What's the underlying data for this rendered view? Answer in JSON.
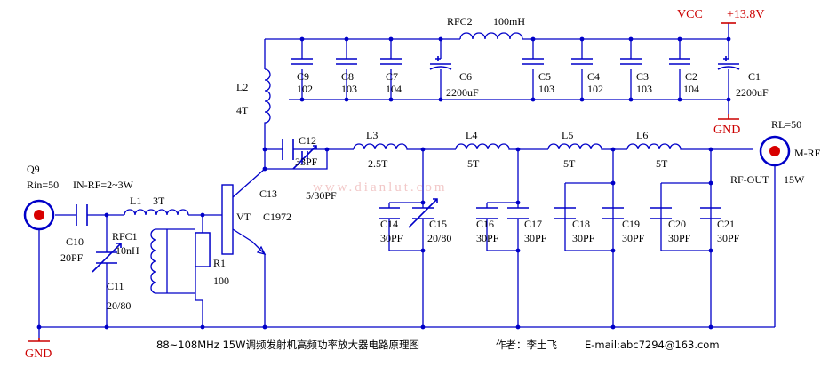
{
  "labels": {
    "vcc": "VCC",
    "supply": "+13.8V",
    "gnd_top": "GND",
    "gnd_left": "GND",
    "rl": "RL=50",
    "m_rf": "M-RF",
    "rf_out": "RF-OUT",
    "rf_out_power": "15W",
    "q9": "Q9",
    "rin": "Rin=50",
    "in_rf": "IN-RF=2~3W",
    "watermark": "www.dianlut.com"
  },
  "components": {
    "rfc2_name": "RFC2",
    "rfc2_val": "100mH",
    "c9_name": "C9",
    "c9_val": "102",
    "c8_name": "C8",
    "c8_val": "103",
    "c7_name": "C7",
    "c7_val": "104",
    "c6_name": "C6",
    "c6_val": "2200uF",
    "c5_name": "C5",
    "c5_val": "103",
    "c4_name": "C4",
    "c4_val": "102",
    "c3_name": "C3",
    "c3_val": "103",
    "c2_name": "C2",
    "c2_val": "104",
    "c1_name": "C1",
    "c1_val": "2200uF",
    "l2_name": "L2",
    "l2_val": "4T",
    "c12_name": "C12",
    "c12_val": "33PF",
    "c13_name": "C13",
    "c13_val": "5/30PF",
    "l3_name": "L3",
    "l3_val": "2.5T",
    "l4_name": "L4",
    "l4_val": "5T",
    "l5_name": "L5",
    "l5_val": "5T",
    "l6_name": "L6",
    "l6_val": "5T",
    "c14_name": "C14",
    "c14_val": "30PF",
    "c15_name": "C15",
    "c15_val": "20/80",
    "c16_name": "C16",
    "c16_val": "30PF",
    "c17_name": "C17",
    "c17_val": "30PF",
    "c18_name": "C18",
    "c18_val": "30PF",
    "c19_name": "C19",
    "c19_val": "30PF",
    "c20_name": "C20",
    "c20_val": "30PF",
    "c21_name": "C21",
    "c21_val": "30PF",
    "vt_name": "VT",
    "vt_val": "C1972",
    "l1_name": "L1",
    "l1_val": "3T",
    "c10_name": "C10",
    "c10_val": "20PF",
    "rfc1_name": "RFC1",
    "rfc1_val": "10nH",
    "r1_name": "R1",
    "r1_val": "100",
    "c11_name": "C11",
    "c11_val": "20/80"
  },
  "footer": {
    "title": "88~108MHz   15W调频发射机高频功率放大器电路原理图",
    "author": "作者：李土飞",
    "email": "E-mail:abc7294@163.com"
  }
}
